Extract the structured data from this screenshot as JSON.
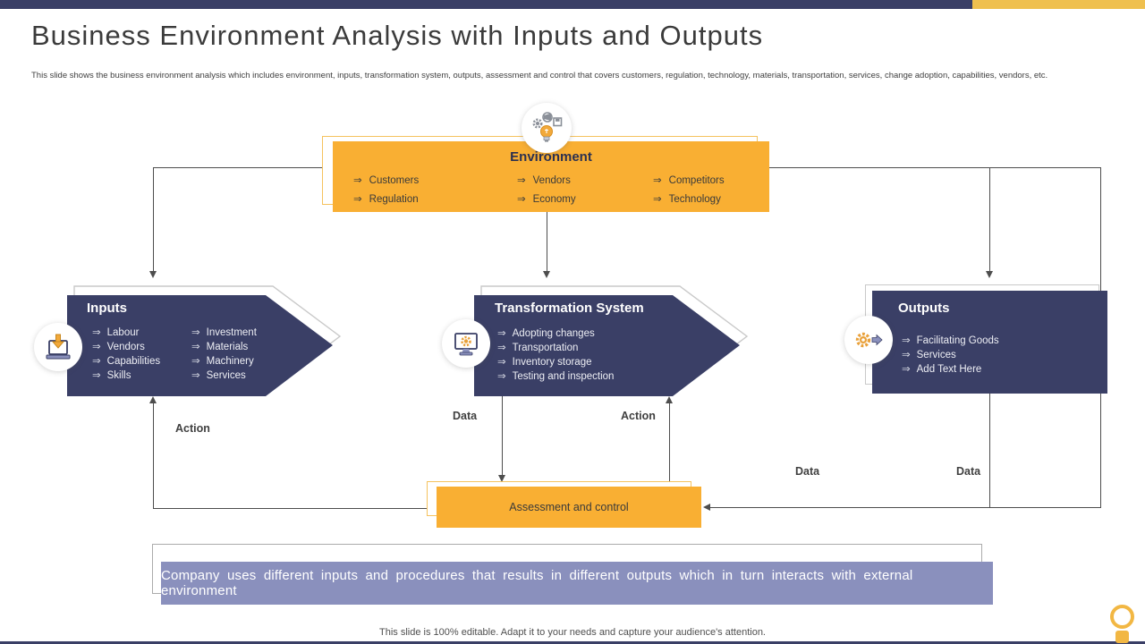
{
  "bullet": "⇒",
  "colors": {
    "navy": "#3A3F66",
    "orange": "#F9AF33",
    "topbar_gold": "#EFC04F",
    "banner_purple": "#8A90BD",
    "line_gray": "#4d4d4d"
  },
  "header": {
    "title": "Business Environment Analysis with Inputs and Outputs",
    "subtitle": "This slide shows the business environment analysis which includes environment, inputs, transformation system, outputs, assessment and control that covers customers, regulation, technology, materials, transportation, services, change adoption, capabilities, vendors, etc."
  },
  "environment": {
    "title": "Environment",
    "items": [
      "Customers",
      "Vendors",
      "Competitors",
      "Regulation",
      "Economy",
      "Technology"
    ]
  },
  "inputs": {
    "title": "Inputs",
    "col1": [
      "Labour",
      "Vendors",
      "Capabilities",
      "Skills"
    ],
    "col2": [
      "Investment",
      "Materials",
      "Machinery",
      "Services"
    ]
  },
  "transformation": {
    "title": "Transformation System",
    "items": [
      "Adopting changes",
      "Transportation",
      "Inventory  storage",
      "Testing and inspection"
    ]
  },
  "outputs": {
    "title": "Outputs",
    "items": [
      "Facilitating Goods",
      "Services",
      "Add Text Here"
    ]
  },
  "assessment": {
    "label": "Assessment and control"
  },
  "flow_labels": {
    "data_mid": "Data",
    "action_mid": "Action",
    "action_left": "Action",
    "data_right_inner": "Data",
    "data_right_outer": "Data"
  },
  "banner": {
    "text": "Company uses different inputs and procedures that results in different outputs which in turn interacts with external environment"
  },
  "footer": {
    "note": "This slide is 100% editable. Adapt it to your needs and capture your audience's attention."
  }
}
